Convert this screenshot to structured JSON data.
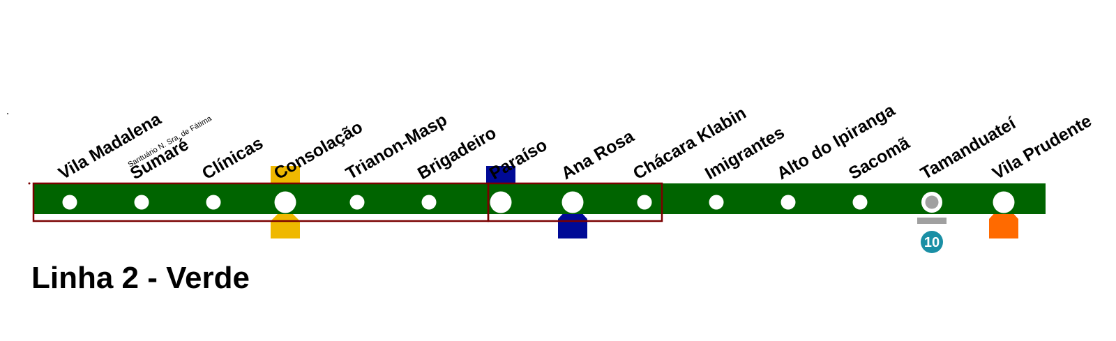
{
  "line": {
    "title": "Linha 2 - Verde",
    "color": "#006400"
  },
  "stations": [
    {
      "name": "Vila Madalena",
      "sublabel": "",
      "type": "regular",
      "transfer": []
    },
    {
      "name": "Sumaré",
      "sublabel": "Santuário N. Sra. de Fátima",
      "type": "regular",
      "transfer": []
    },
    {
      "name": "Clínicas",
      "sublabel": "",
      "type": "regular",
      "transfer": []
    },
    {
      "name": "Consolação",
      "sublabel": "",
      "type": "interchange",
      "transfer": [
        "yellow-up",
        "yellow-down"
      ]
    },
    {
      "name": "Trianon-Masp",
      "sublabel": "",
      "type": "regular",
      "transfer": []
    },
    {
      "name": "Brigadeiro",
      "sublabel": "",
      "type": "regular",
      "transfer": []
    },
    {
      "name": "Paraíso",
      "sublabel": "",
      "type": "interchange",
      "transfer": [
        "blue-up"
      ]
    },
    {
      "name": "Ana Rosa",
      "sublabel": "",
      "type": "interchange",
      "transfer": [
        "blue-down"
      ]
    },
    {
      "name": "Chácara Klabin",
      "sublabel": "",
      "type": "regular",
      "transfer": []
    },
    {
      "name": "Imigrantes",
      "sublabel": "",
      "type": "regular",
      "transfer": []
    },
    {
      "name": "Alto do Ipiranga",
      "sublabel": "",
      "type": "regular",
      "transfer": []
    },
    {
      "name": "Sacomã",
      "sublabel": "",
      "type": "regular",
      "transfer": []
    },
    {
      "name": "Tamanduateí",
      "sublabel": "",
      "type": "cptm",
      "transfer": [
        "cptm-10"
      ],
      "cptm_line_number": "10"
    },
    {
      "name": "Vila Prudente",
      "sublabel": "",
      "type": "interchange",
      "transfer": [
        "orange-down"
      ]
    }
  ],
  "colors": {
    "line_green": "#006400",
    "station_fill": "#ffffff",
    "yellow": "#EFB800",
    "blue": "#000A96",
    "orange": "#FF6A00",
    "cptm_gray": "#A0A0A0",
    "cptm_turquoise": "#1A8FA5",
    "segment_outline": "#7A0000"
  }
}
